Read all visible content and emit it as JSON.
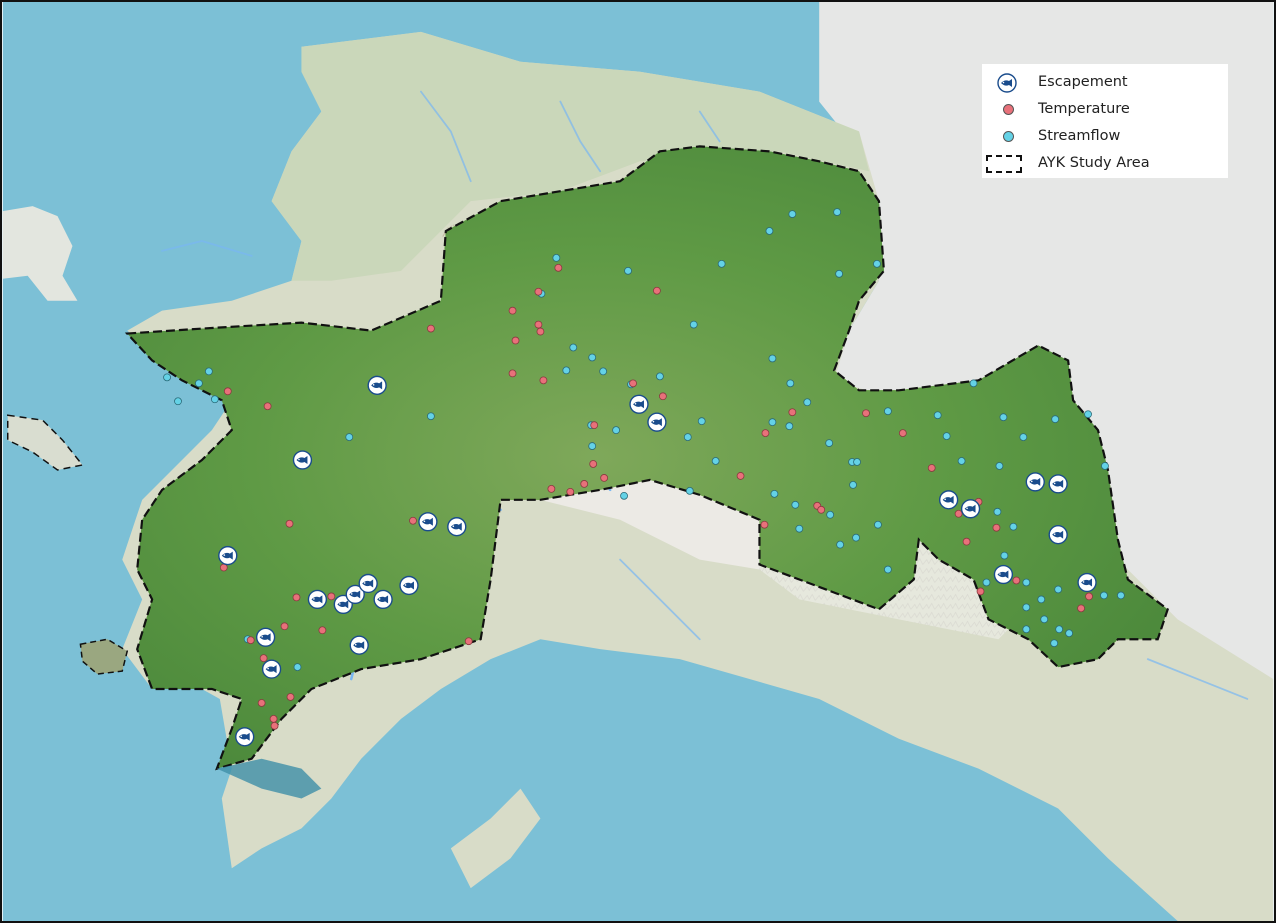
{
  "legend": {
    "items": [
      {
        "label": "Escapement",
        "symbol": "fish-icon"
      },
      {
        "label": "Temperature",
        "symbol": "red-dot",
        "color": "#e8717a"
      },
      {
        "label": "Streamflow",
        "symbol": "cyan-dot",
        "color": "#64d2e6"
      },
      {
        "label": "AYK Study Area",
        "symbol": "dashed-boundary"
      }
    ]
  },
  "colors": {
    "ocean": "#7cc0d6",
    "land_outside": "#e3e6df",
    "canada": "#e6e7e6",
    "study_area_lowland": "#5fa046",
    "study_area_upland": "#9cb55d",
    "mountains": "#b59a70",
    "river": "#79b6f2",
    "boundary": "#111111"
  }
}
